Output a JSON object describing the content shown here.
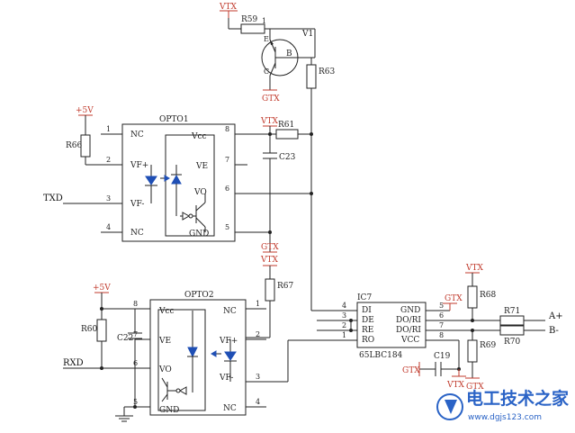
{
  "power": {
    "vtx": "VTX",
    "gtx": "GTX",
    "plus5v": "+5V"
  },
  "resistors": {
    "r59": "R59",
    "r63": "R63",
    "r61": "R61",
    "r66": "R66",
    "r67": "R67",
    "r60": "R60",
    "r68": "R68",
    "r69": "R69",
    "r70": "R70",
    "r71": "R71"
  },
  "capacitors": {
    "c23": "C23",
    "c22": "C22",
    "c19": "C19"
  },
  "transistor": {
    "ref": "V1",
    "pin_e": "E",
    "pin_b": "B",
    "pin_c": "C",
    "pin_num": "1"
  },
  "opto1": {
    "name": "OPTO1",
    "left_pins": [
      {
        "num": "1",
        "label": "NC"
      },
      {
        "num": "2",
        "label": "VF+"
      },
      {
        "num": "3",
        "label": "VF-"
      },
      {
        "num": "4",
        "label": "NC"
      }
    ],
    "right_pins": [
      {
        "num": "8",
        "label": "Vcc"
      },
      {
        "num": "7",
        "label": "VE"
      },
      {
        "num": "6",
        "label": "VO"
      },
      {
        "num": "5",
        "label": "GND"
      }
    ]
  },
  "opto2": {
    "name": "OPTO2",
    "left_pins": [
      {
        "num": "8",
        "label": "Vcc"
      },
      {
        "num": "7",
        "label": "VE"
      },
      {
        "num": "6",
        "label": "VO"
      },
      {
        "num": "5",
        "label": "GND"
      }
    ],
    "right_pins": [
      {
        "num": "1",
        "label": "NC"
      },
      {
        "num": "2",
        "label": "VF+"
      },
      {
        "num": "3",
        "label": "VF-"
      },
      {
        "num": "4",
        "label": "NC"
      }
    ]
  },
  "ic7": {
    "ref": "IC7",
    "part": "65LBC184",
    "left_pins": [
      {
        "num": "4",
        "label": "DI"
      },
      {
        "num": "3",
        "label": "DE"
      },
      {
        "num": "2",
        "label": "RE"
      },
      {
        "num": "1",
        "label": "RO"
      }
    ],
    "right_pins": [
      {
        "num": "5",
        "label": "GND"
      },
      {
        "num": "6",
        "label": "DO/RI"
      },
      {
        "num": "7",
        "label": "DO/RI"
      },
      {
        "num": "8",
        "label": "VCC"
      }
    ]
  },
  "signals": {
    "txd": "TXD",
    "rxd": "RXD",
    "a_plus": "A+",
    "b_minus": "B-"
  },
  "watermark": {
    "brand": "电工技术之家",
    "url": "www.dgjs123.com"
  }
}
